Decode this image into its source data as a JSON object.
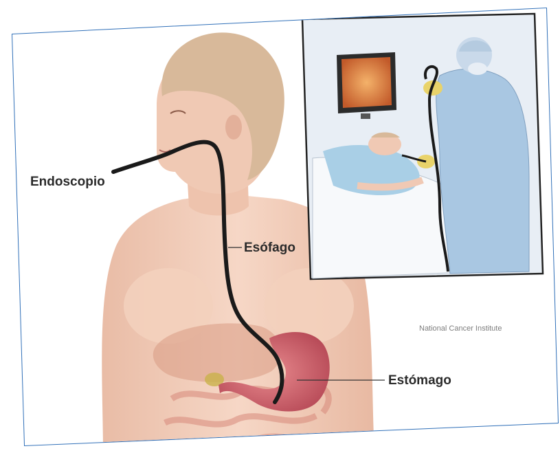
{
  "labels": {
    "endoscope": "Endoscopio",
    "esophagus": "Esófago",
    "stomach": "Estómago"
  },
  "credit": "National Cancer Institute",
  "colors": {
    "frame_border": "#2f6fb8",
    "skin": "#f2cfbb",
    "hair": "#d8b99a",
    "stomach": "#d86b74",
    "scope": "#1a1a1a",
    "gown": "#a9c7e2",
    "inset_bg": "#eef3f8"
  }
}
